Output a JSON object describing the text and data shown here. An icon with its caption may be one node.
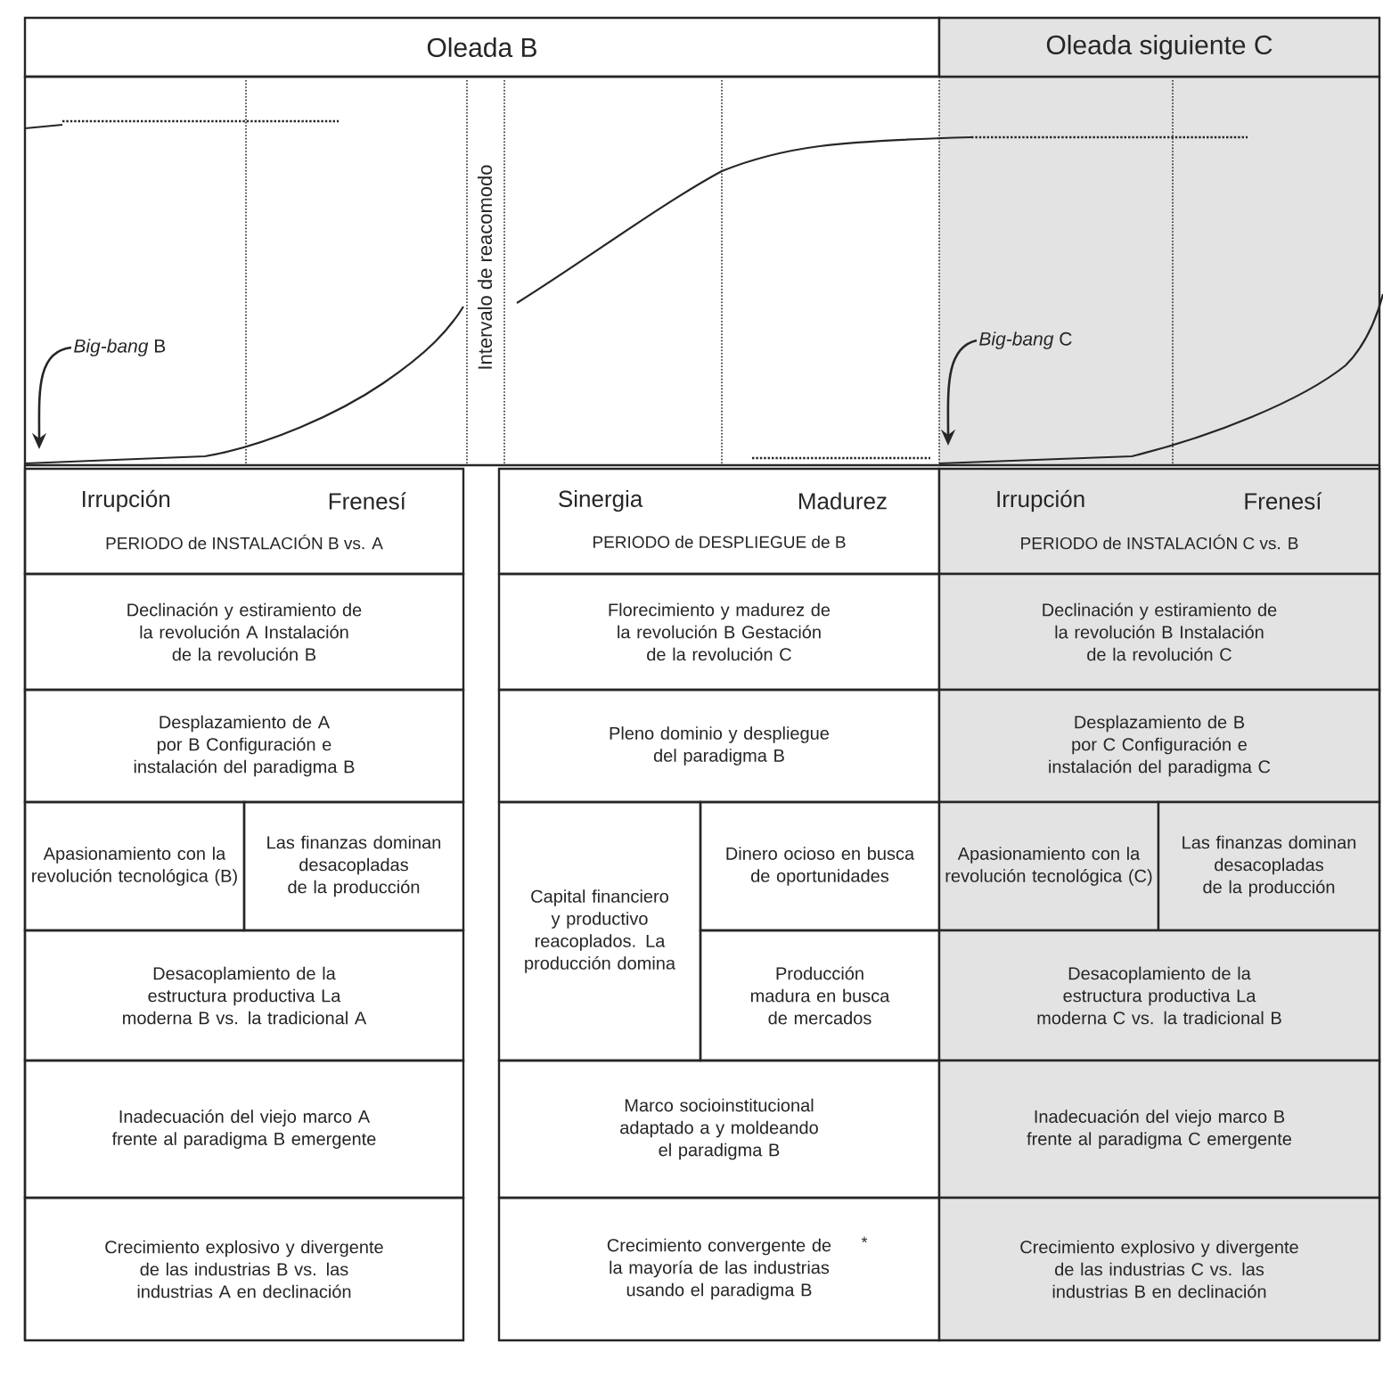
{
  "diagram": {
    "nodes": [
      {
        "text": [
          "Oleada B"
        ]
      },
      {
        "text": [
          "Oleada siguiente C"
        ]
      },
      {
        "text": [
          "*Big-bang* B"
        ]
      },
      {
        "text": [
          "*Big-bang* C"
        ]
      },
      {
        "text": [
          "Irrupción",
          "Frenesí",
          "PERIODO de INSTALACIÓN B vs. A"
        ]
      },
      {
        "text": [
          "Sinergia",
          "Madurez",
          "PERIODO de DESPLIEGUE de B"
        ]
      },
      {
        "text": [
          "Irrupción",
          "Frenesí",
          "PERIODO de INSTALACIÓN C vs. B"
        ]
      },
      {
        "text": [
          "Declinación y estiramiento de la revolución A Instalación de la revolución B"
        ]
      },
      {
        "text": [
          "Florecimiento y madurez de la revolución B Gestación de la revolución C"
        ]
      },
      {
        "text": [
          "Declinación y estiramiento de la revolución B Instalación de la revolución C"
        ]
      },
      {
        "text": [
          "Desplazamiento de A por B Configuración e instalación del paradigma B"
        ]
      },
      {
        "text": [
          "Pleno dominio y despliegue del paradigma B"
        ]
      },
      {
        "text": [
          "Desplazamiento de B por C Configuración e instalación del paradigma C"
        ]
      },
      {
        "text": [
          "Apasionamiento con la revolución tecnológica (B)"
        ]
      },
      {
        "text": [
          "Las finanzas dominan desacopladas de la producción"
        ]
      },
      {
        "text": [
          "Capital financiero y productivo reacoplados. La producción domina"
        ]
      },
      {
        "text": [
          "Dinero ocioso en busca de oportunidades"
        ]
      },
      {
        "text": [
          "Apasionamiento con la revolución tecnológica (C)"
        ]
      },
      {
        "text": [
          "Las finanzas dominan desacopladas de la producción"
        ]
      },
      {
        "text": [
          "Desacoplamiento de la estructura productiva La moderna B vs. la tradicional A"
        ]
      },
      {
        "text": [
          "Producción madura en busca de mercados"
        ]
      },
      {
        "text": [
          "Desacoplamiento de la estructura productiva La moderna C vs. la tradicional B"
        ]
      },
      {
        "text": [
          "Inadecuación del viejo marco A frente al paradigma B emergente"
        ]
      },
      {
        "text": [
          "Marco socioinstitucional adaptado a y moldeando el paradigma B"
        ]
      },
      {
        "text": [
          "Inadecuación del viejo marco B frente al paradigma C emergente"
        ]
      },
      {
        "text": [
          "Crecimiento explosivo y divergente de las industrias B vs. las industrias A en declinación"
        ]
      },
      {
        "text": [
          "Crecimiento convergente de la mayoría de las industrias usando el paradigma B"
        ]
      },
      {
        "text": [
          "Crecimiento explosivo y divergente de las industrias C vs. las industrias B en declinación"
        ]
      }
    ],
    "edges": [
      {
        "from": 2,
        "to": null,
        "arrow": "to"
      },
      {
        "from": 3,
        "to": null,
        "arrow": "to"
      }
    ],
    "labels": [
      "Intervalo de reacomodo",
      "*"
    ]
  }
}
